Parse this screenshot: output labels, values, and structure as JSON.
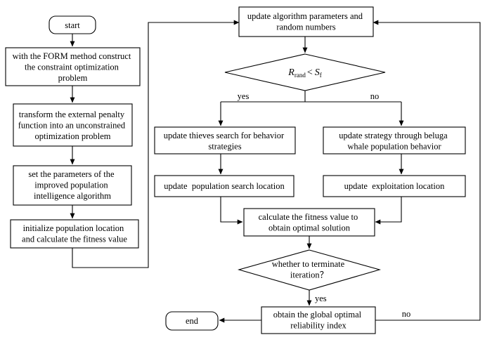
{
  "flowchart": {
    "start": "start",
    "end": "end",
    "left_steps": [
      [
        "with the FORM method construct",
        "the constraint optimization",
        "problem"
      ],
      [
        "transform the external penalty",
        "function into an unconstrained",
        "optimization problem"
      ],
      [
        "set the parameters of the",
        "improved population",
        "intelligence algorithm"
      ],
      [
        "initialize population location",
        "and calculate the fitness value"
      ]
    ],
    "update_params": [
      "update algorithm parameters and",
      "random numbers"
    ],
    "condition": {
      "r_main": "R",
      "r_sub": "rand",
      "op": "<",
      "s_main": "S",
      "s_sub": "f"
    },
    "branch_yes_label": "yes",
    "branch_no_label": "no",
    "yes_steps": [
      [
        "update thieves search for behavior",
        "strategies"
      ],
      [
        "update  population search location"
      ]
    ],
    "no_steps": [
      [
        "update strategy through beluga",
        "whale population behavior"
      ],
      [
        "update  exploitation location"
      ]
    ],
    "fitness": [
      "calculate the fitness value to",
      "obtain optimal solution"
    ],
    "terminate_question": [
      "whether to terminate",
      "iteration？"
    ],
    "terminate_yes_label": "yes",
    "terminate_no_label": "no",
    "global_optimal": [
      "obtain the global optimal",
      "reliability index"
    ]
  }
}
